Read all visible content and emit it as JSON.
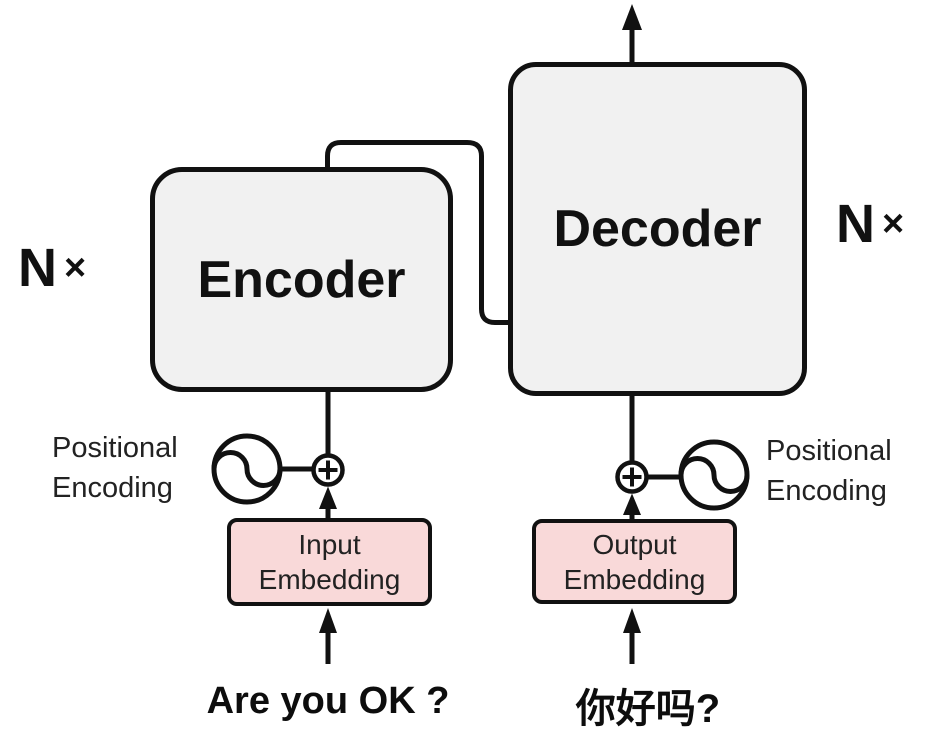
{
  "title": "Transformer encoder-decoder diagram",
  "colors": {
    "block_fill": "#f1f1f1",
    "block_border": "#111111",
    "embedding_fill": "#f9d9d9",
    "line": "#111111",
    "text": "#1d1d1d"
  },
  "encoder": {
    "label": "Encoder",
    "n_times": {
      "n": "N",
      "times": "×"
    }
  },
  "decoder": {
    "label": "Decoder",
    "n_times": {
      "n": "N",
      "times": "×"
    }
  },
  "encoder_side": {
    "positional_encoding": {
      "line1": "Positional",
      "line2": "Encoding"
    },
    "embedding": {
      "line1": "Input",
      "line2": "Embedding"
    },
    "sentence": "Are you OK ?"
  },
  "decoder_side": {
    "positional_encoding": {
      "line1": "Positional",
      "line2": "Encoding"
    },
    "embedding": {
      "line1": "Output",
      "line2": "Embedding"
    },
    "sentence": "你好吗?"
  }
}
